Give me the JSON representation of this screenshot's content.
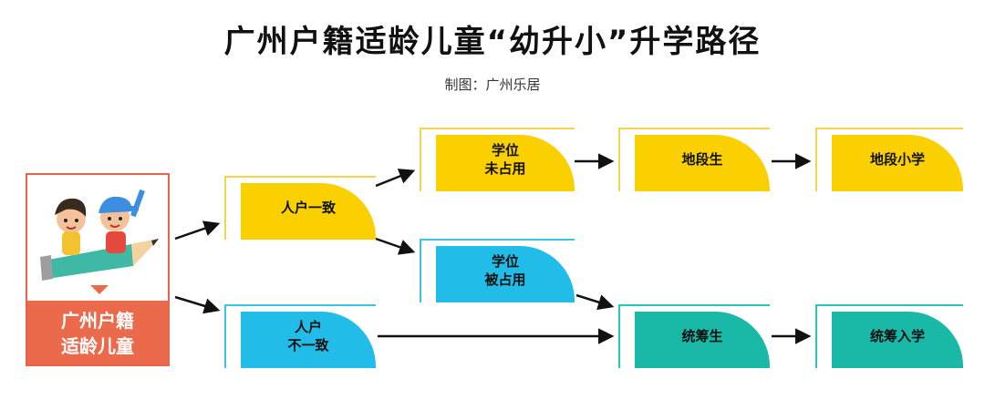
{
  "title": "广州户籍适龄儿童“幼升小”升学路径",
  "credit": "制图：广州乐居",
  "start": {
    "line1": "广州户籍",
    "line2": "适龄儿童"
  },
  "nodes": {
    "match": {
      "line1": "人户一致",
      "line2": ""
    },
    "mismatch": {
      "line1": "人户",
      "line2": "不一致"
    },
    "seat_free": {
      "line1": "学位",
      "line2": "未占用"
    },
    "seat_taken": {
      "line1": "学位",
      "line2": "被占用"
    },
    "district_student": {
      "line1": "地段生",
      "line2": ""
    },
    "district_school": {
      "line1": "地段小学",
      "line2": ""
    },
    "coord_student": {
      "line1": "统筹生",
      "line2": ""
    },
    "coord_admit": {
      "line1": "统筹入学",
      "line2": ""
    }
  },
  "colors": {
    "yellow": "#fbd000",
    "cyan": "#21bde8",
    "teal": "#19b8a7",
    "coral": "#ec6a4c"
  }
}
